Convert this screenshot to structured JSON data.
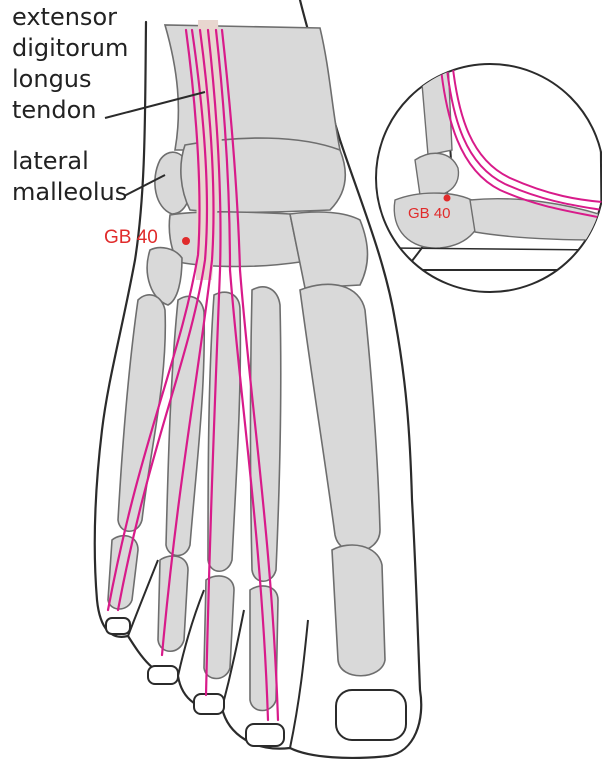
{
  "labels": {
    "extensor_line1": "extensor",
    "extensor_line2": "digitorum",
    "extensor_line3": "longus",
    "extensor_line4": "tendon",
    "lateral_line1": "lateral",
    "lateral_line2": "malleolus",
    "point_main": "GB 40",
    "point_inset": "GB 40"
  },
  "colors": {
    "bone_fill": "#d9d9d9",
    "bone_stroke": "#6e6e6e",
    "outline": "#2b2b2b",
    "tendon_fill": "#e8d6cf",
    "tendon_stroke": "#d81b8a",
    "point": "#e02b2b"
  }
}
